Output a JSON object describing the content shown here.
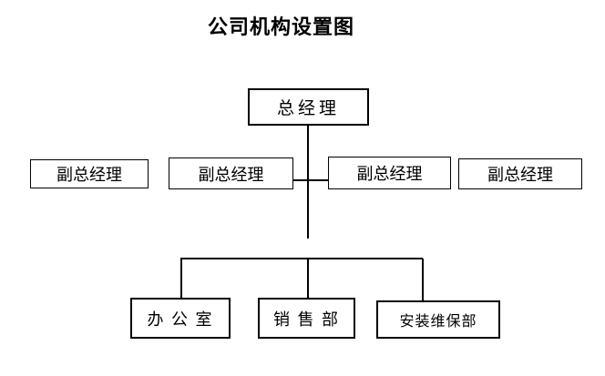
{
  "title": "公司机构设置图",
  "org_chart": {
    "root": {
      "label": "总经理"
    },
    "deputies": [
      {
        "label": "副总经理"
      },
      {
        "label": "副总经理"
      },
      {
        "label": "副总经理"
      },
      {
        "label": "副总经理"
      }
    ],
    "departments": [
      {
        "label": "办 公 室"
      },
      {
        "label": "销 售 部"
      },
      {
        "label": "安装维保部"
      }
    ]
  },
  "colors": {
    "background": "#ffffff",
    "border": "#000000",
    "line": "#000000",
    "text": "#000000"
  }
}
